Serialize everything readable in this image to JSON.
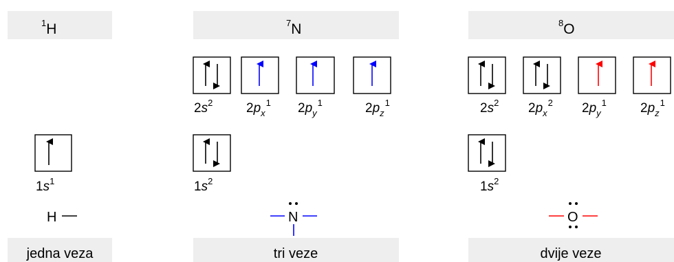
{
  "columns": [
    {
      "id": "h",
      "header": {
        "mass": "1",
        "symbol": "H"
      },
      "footer": "jedna veza",
      "orbital_rows": [
        [
          {
            "label": "1s",
            "exp": "1",
            "arrows": [
              "up"
            ]
          }
        ]
      ],
      "lewis": {
        "symbol": "H",
        "bonds": [
          "right"
        ],
        "lone_pairs": [],
        "bond_color": "#000000"
      }
    },
    {
      "id": "n",
      "header": {
        "mass": "7",
        "symbol": "N"
      },
      "footer": "tri veze",
      "orbital_rows": [
        [
          {
            "label": "2s",
            "exp": "2",
            "arrows": [
              "up",
              "down"
            ]
          },
          {
            "label": "2p",
            "sub": "x",
            "exp": "1",
            "arrows": [
              "up"
            ],
            "highlight": true
          },
          {
            "label": "2p",
            "sub": "y",
            "exp": "1",
            "arrows": [
              "up"
            ],
            "highlight": true
          },
          {
            "label": "2p",
            "sub": "z",
            "exp": "1",
            "arrows": [
              "up"
            ],
            "highlight": true
          }
        ],
        [
          {
            "label": "1s",
            "exp": "2",
            "arrows": [
              "up",
              "down"
            ]
          }
        ]
      ],
      "lewis": {
        "symbol": "N",
        "bonds": [
          "left",
          "right",
          "down"
        ],
        "lone_pairs": [
          "top"
        ],
        "bond_color": "#0000ff"
      }
    },
    {
      "id": "o",
      "header": {
        "mass": "8",
        "symbol": "O"
      },
      "footer": "dvije veze",
      "orbital_rows": [
        [
          {
            "label": "2s",
            "exp": "2",
            "arrows": [
              "up",
              "down"
            ]
          },
          {
            "label": "2p",
            "sub": "x",
            "exp": "2",
            "arrows": [
              "up",
              "down"
            ]
          },
          {
            "label": "2p",
            "sub": "y",
            "exp": "1",
            "arrows": [
              "up"
            ],
            "highlight": true
          },
          {
            "label": "2p",
            "sub": "z",
            "exp": "1",
            "arrows": [
              "up"
            ],
            "highlight": true
          }
        ],
        [
          {
            "label": "1s",
            "exp": "2",
            "arrows": [
              "up",
              "down"
            ]
          }
        ]
      ],
      "lewis": {
        "symbol": "O",
        "bonds": [
          "left",
          "right"
        ],
        "lone_pairs": [
          "top",
          "bottom"
        ],
        "bond_color": "#ff0000"
      }
    }
  ],
  "colors": {
    "panel": "#eeeeee",
    "normal_arrow": "#000000",
    "n_highlight": "#0000ff",
    "o_highlight": "#ff0000"
  }
}
